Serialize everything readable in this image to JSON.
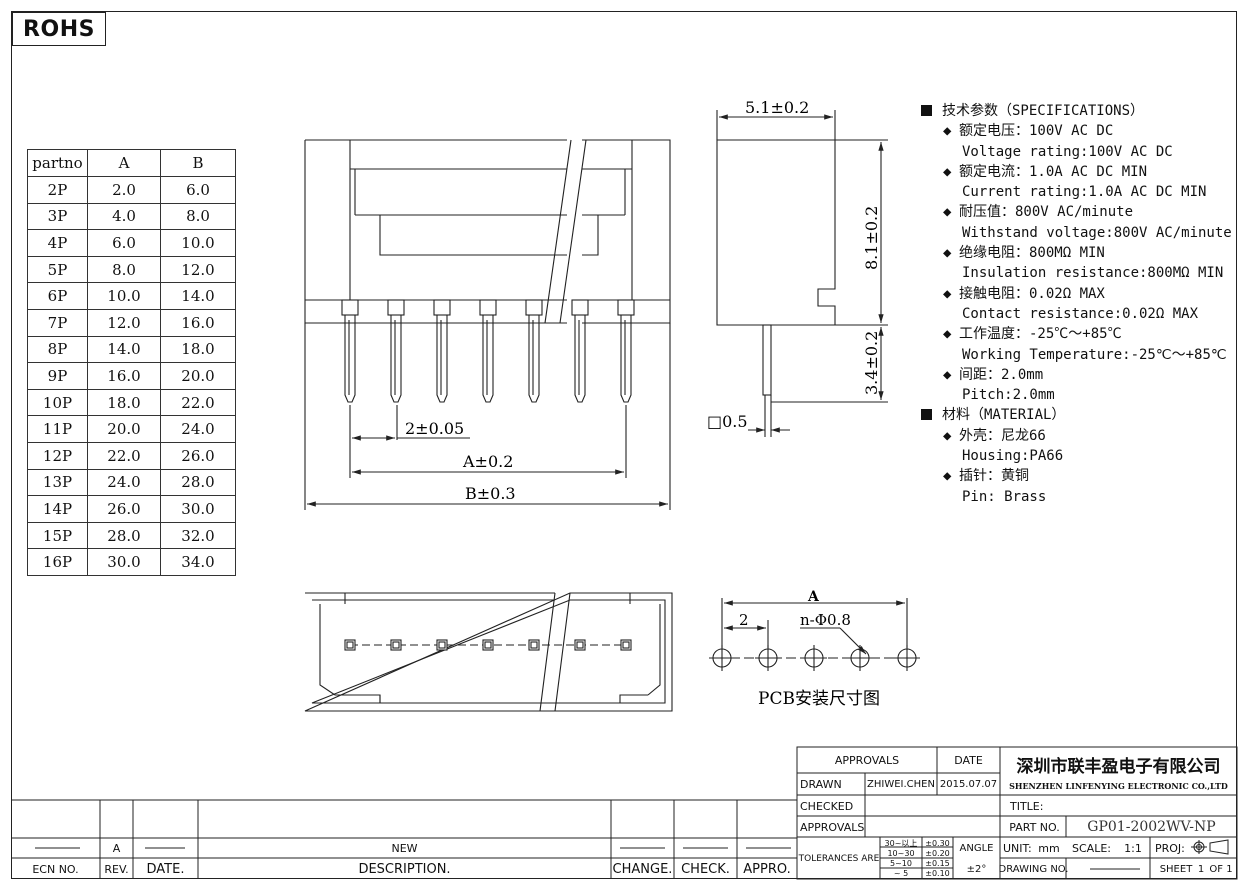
{
  "rohs": "ROHS",
  "parts_table": {
    "headers": [
      "partno",
      "A",
      "B"
    ],
    "rows": [
      [
        "2P",
        "2.0",
        "6.0"
      ],
      [
        "3P",
        "4.0",
        "8.0"
      ],
      [
        "4P",
        "6.0",
        "10.0"
      ],
      [
        "5P",
        "8.0",
        "12.0"
      ],
      [
        "6P",
        "10.0",
        "14.0"
      ],
      [
        "7P",
        "12.0",
        "16.0"
      ],
      [
        "8P",
        "14.0",
        "18.0"
      ],
      [
        "9P",
        "16.0",
        "20.0"
      ],
      [
        "10P",
        "18.0",
        "22.0"
      ],
      [
        "11P",
        "20.0",
        "24.0"
      ],
      [
        "12P",
        "22.0",
        "26.0"
      ],
      [
        "13P",
        "24.0",
        "28.0"
      ],
      [
        "14P",
        "26.0",
        "30.0"
      ],
      [
        "15P",
        "28.0",
        "32.0"
      ],
      [
        "16P",
        "30.0",
        "34.0"
      ]
    ]
  },
  "front_view": {
    "pitch_dim": "2±0.05",
    "a_dim": "A±0.2",
    "b_dim": "B±0.3"
  },
  "side_view": {
    "width_dim": "5.1±0.2",
    "height_dim": "8.1±0.2",
    "pin_dim": "3.4±0.2",
    "pin_square": "□0.5"
  },
  "pcb_layout": {
    "a_label": "A",
    "pitch_label": "2",
    "hole_label": "n-Φ0.8",
    "caption": "PCB安装尺寸图"
  },
  "specs": {
    "title": "技术参数（SPECIFICATIONS）",
    "items": [
      {
        "cn": "额定电压：100V AC DC",
        "en": "Voltage rating:100V AC DC"
      },
      {
        "cn": "额定电流：1.0A AC DC MIN",
        "en": "Current rating:1.0A AC DC MIN"
      },
      {
        "cn": "耐压值：800V AC/minute",
        "en": "Withstand voltage:800V AC/minute"
      },
      {
        "cn": "绝缘电阻：800MΩ MIN",
        "en": "Insulation resistance:800MΩ MIN"
      },
      {
        "cn": "接触电阻：0.02Ω MAX",
        "en": "Contact resistance:0.02Ω MAX"
      },
      {
        "cn": "工作温度：-25℃～+85℃",
        "en": "Working Temperature:-25℃～+85℃"
      },
      {
        "cn": "间距：2.0mm",
        "en": "Pitch:2.0mm"
      }
    ],
    "material_title": "材料（MATERIAL）",
    "materials": [
      {
        "cn": "外壳：尼龙66",
        "en": "Housing:PA66"
      },
      {
        "cn": "插针：黄铜",
        "en": "Pin: Brass"
      }
    ]
  },
  "title_block": {
    "approvals_header": "APPROVALS",
    "date_header": "DATE",
    "company_cn": "深圳市联丰盈电子有限公司",
    "company_en": "SHENZHEN LINFENYING ELECTRONIC CO.,LTD",
    "drawn_label": "DRAWN",
    "drawn_by": "ZHIWEI.CHEN",
    "drawn_date": "2015.07.07",
    "checked_label": "CHECKED",
    "approvals_label": "APPROVALS",
    "title_label": "TITLE:",
    "part_no_label": "PART NO.",
    "part_no": "GP01-2002WV-NP",
    "tolerances_label": "TOLERANCES ARE",
    "tol_ranges": [
      "30~以上",
      "10~30",
      "5~10",
      "~ 5"
    ],
    "tol_values": [
      "±0.30",
      "±0.20",
      "±0.15",
      "±0.10"
    ],
    "angle_label": "ANGLE",
    "angle_value": "±2°",
    "unit_label": "UNIT:",
    "unit_value": "mm",
    "scale_label": "SCALE:",
    "scale_value": "1:1",
    "proj_label": "PROJ:",
    "drawing_no_label": "DRAWING NO.",
    "sheet_label": "SHEET",
    "sheet_value": "1",
    "sheet_of": "OF 1"
  },
  "revision_block": {
    "rev_value": "A",
    "description_value": "NEW",
    "headers": [
      "ECN NO.",
      "REV.",
      "DATE.",
      "DESCRIPTION.",
      "CHANGE.",
      "CHECK.",
      "APPRO."
    ]
  }
}
